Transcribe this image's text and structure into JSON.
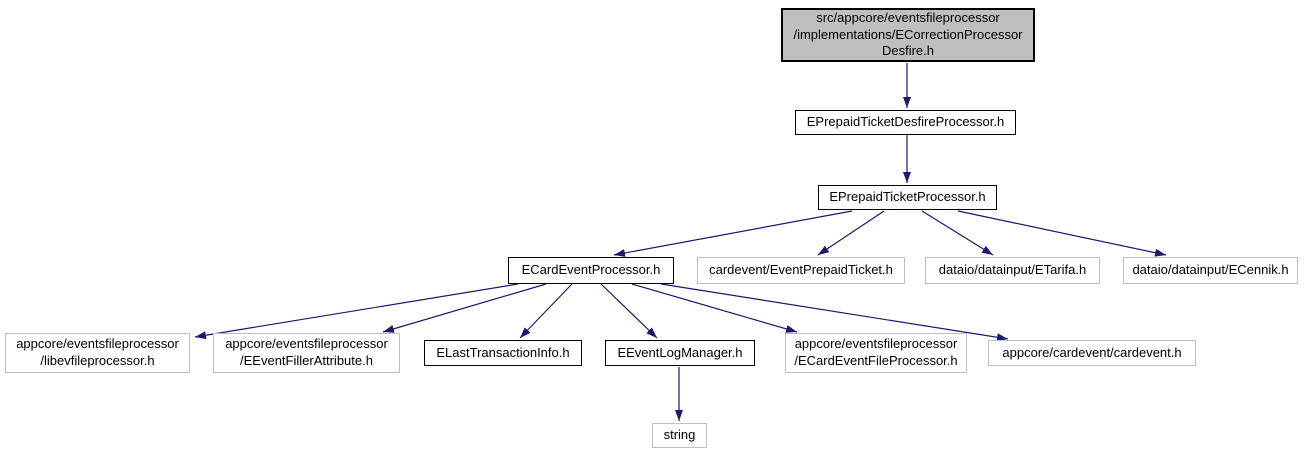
{
  "diagram": {
    "kind": "include-dependency-graph",
    "colors": {
      "edge": "#191970",
      "root_fill": "#bfbfbf",
      "linked_border": "#000000",
      "external_border": "#bfbfbf",
      "text": "#000000",
      "background": "#ffffff"
    },
    "nodes": [
      {
        "id": "root",
        "kind": "root",
        "label": "src/appcore/eventsfileprocessor\n/implementations/ECorrectionProcessor\nDesfire.h"
      },
      {
        "id": "n2",
        "kind": "linked",
        "label": "EPrepaidTicketDesfireProcessor.h"
      },
      {
        "id": "n3",
        "kind": "linked",
        "label": "EPrepaidTicketProcessor.h"
      },
      {
        "id": "n4",
        "kind": "linked",
        "label": "ECardEventProcessor.h"
      },
      {
        "id": "n5",
        "kind": "external",
        "label": "cardevent/EventPrepaidTicket.h"
      },
      {
        "id": "n6",
        "kind": "external",
        "label": "dataio/datainput/ETarifa.h"
      },
      {
        "id": "n7",
        "kind": "external",
        "label": "dataio/datainput/ECennik.h"
      },
      {
        "id": "n8",
        "kind": "external",
        "label": "appcore/eventsfileprocessor\n/libevfileprocessor.h"
      },
      {
        "id": "n9",
        "kind": "external",
        "label": "appcore/eventsfileprocessor\n/EEventFillerAttribute.h"
      },
      {
        "id": "n10",
        "kind": "linked",
        "label": "ELastTransactionInfo.h"
      },
      {
        "id": "n11",
        "kind": "linked",
        "label": "EEventLogManager.h"
      },
      {
        "id": "n12",
        "kind": "external",
        "label": "appcore/eventsfileprocessor\n/ECardEventFileProcessor.h"
      },
      {
        "id": "n13",
        "kind": "external",
        "label": "appcore/cardevent/cardevent.h"
      },
      {
        "id": "n14",
        "kind": "external",
        "label": "string"
      }
    ],
    "edges": [
      {
        "from": "root",
        "to": "n2"
      },
      {
        "from": "n2",
        "to": "n3"
      },
      {
        "from": "n3",
        "to": "n4"
      },
      {
        "from": "n3",
        "to": "n5"
      },
      {
        "from": "n3",
        "to": "n6"
      },
      {
        "from": "n3",
        "to": "n7"
      },
      {
        "from": "n4",
        "to": "n8"
      },
      {
        "from": "n4",
        "to": "n9"
      },
      {
        "from": "n4",
        "to": "n10"
      },
      {
        "from": "n4",
        "to": "n11"
      },
      {
        "from": "n4",
        "to": "n12"
      },
      {
        "from": "n4",
        "to": "n13"
      },
      {
        "from": "n11",
        "to": "n14"
      }
    ]
  }
}
